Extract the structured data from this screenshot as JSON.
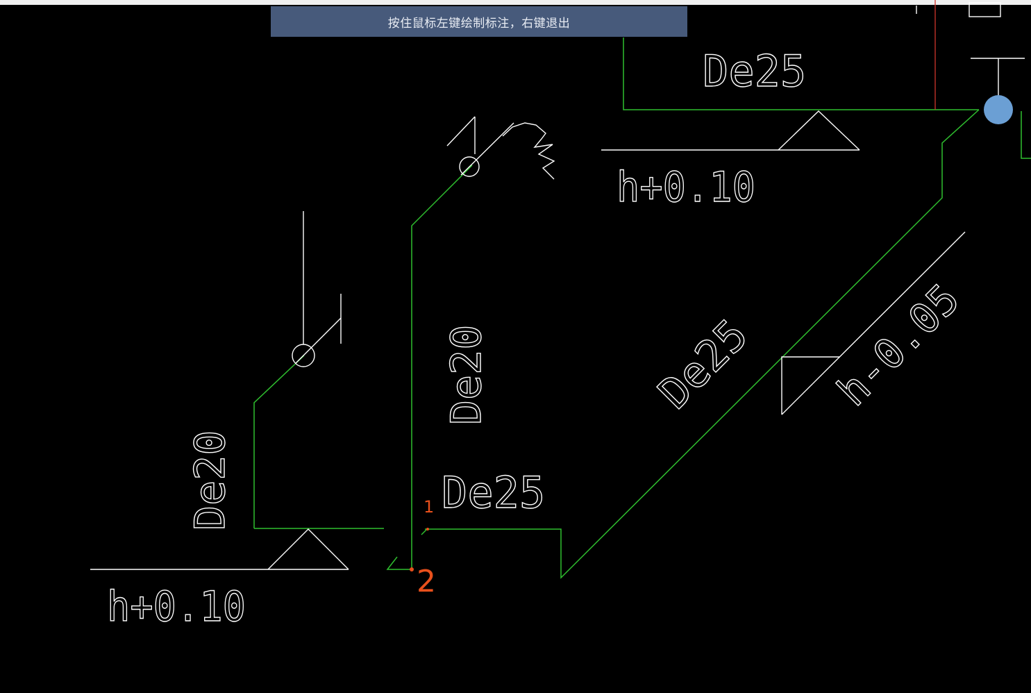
{
  "hint": {
    "text": "按住鼠标左键绘制标注，右键退出"
  },
  "labels": {
    "de25_top": "De25",
    "h_top": "h+0.10",
    "de20_upper": "De20",
    "de20_lower": "De20",
    "de25_diag": "De25",
    "h_diag": "h-0.05",
    "de25_mid": "De25",
    "h_bottom": "h+0.10"
  },
  "markers": {
    "point1": "1",
    "point2": "2"
  },
  "colors": {
    "background": "#000000",
    "pipe": "#2fbf2f",
    "annotation": "#ffffff",
    "marker": "#e8501c",
    "node": "#6b9fd4",
    "red_line": "#d0342c",
    "hint_bg": "#475a7b"
  }
}
